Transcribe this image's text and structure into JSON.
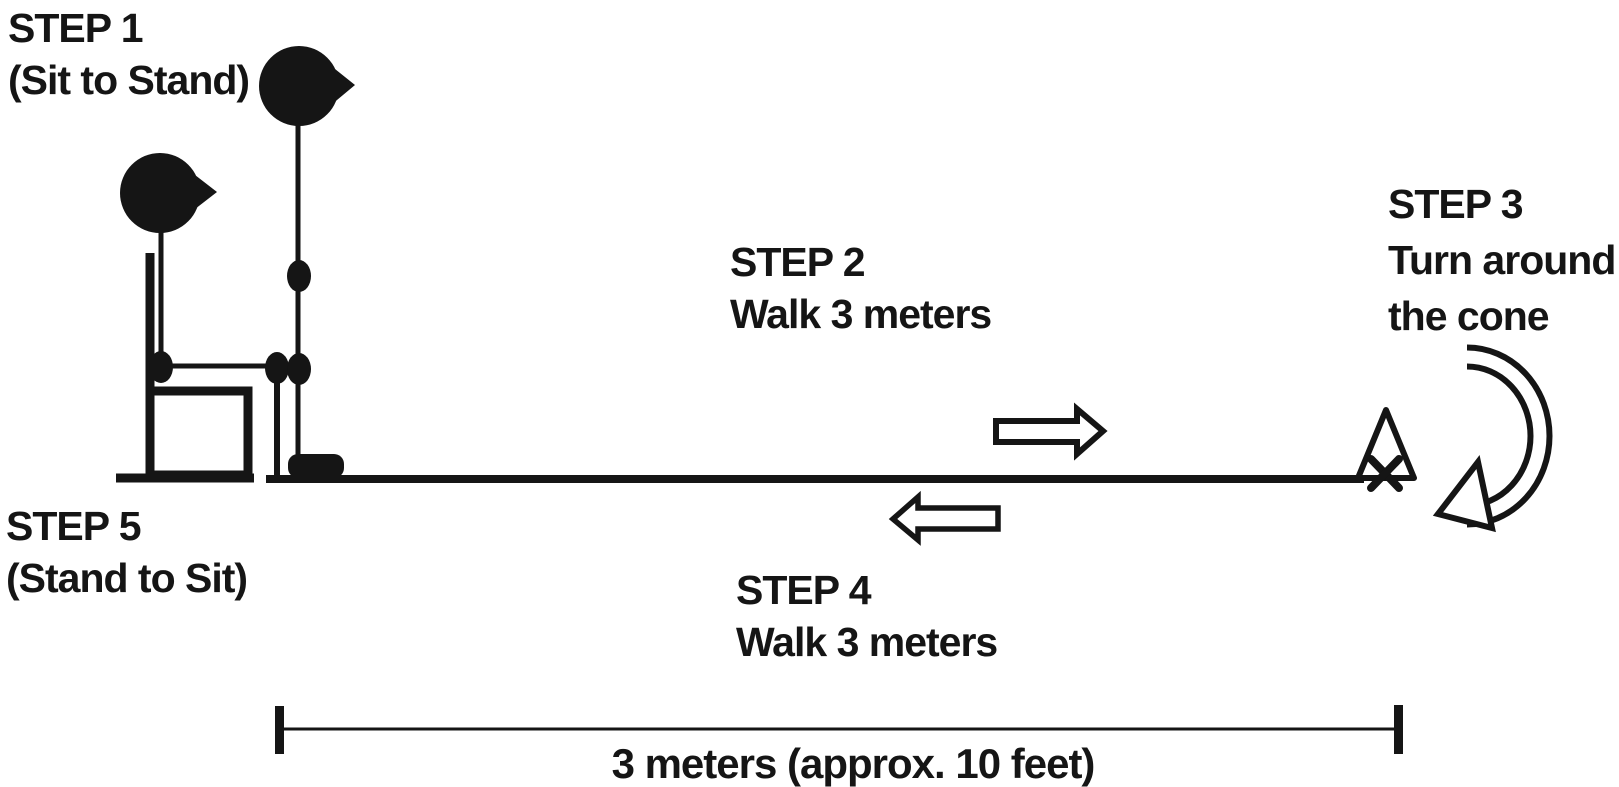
{
  "diagram": {
    "title_implicit": "Timed Up and Go test path",
    "ink_color": "#151515",
    "background_color": "#ffffff"
  },
  "steps": {
    "step1": {
      "title": "STEP 1",
      "subtitle": "(Sit to Stand)"
    },
    "step2": {
      "title": "STEP 2",
      "subtitle": "Walk 3 meters"
    },
    "step3": {
      "title": "STEP 3",
      "line2": "Turn around",
      "line3": "the cone"
    },
    "step4": {
      "title": "STEP 4",
      "subtitle": "Walk 3 meters"
    },
    "step5": {
      "title": "STEP 5",
      "subtitle": "(Stand to Sit)"
    }
  },
  "measurement": {
    "label": "3 meters (approx. 10 feet)"
  },
  "icons": {
    "seated_person": "seated-stick-figure",
    "standing_person": "standing-stick-figure",
    "chair": "chair-side-view",
    "walk_right_arrow": "arrow-right",
    "walk_left_arrow": "arrow-left",
    "turn_arrow": "curved-turn-arrow",
    "cone": "cone-with-x-marker"
  }
}
